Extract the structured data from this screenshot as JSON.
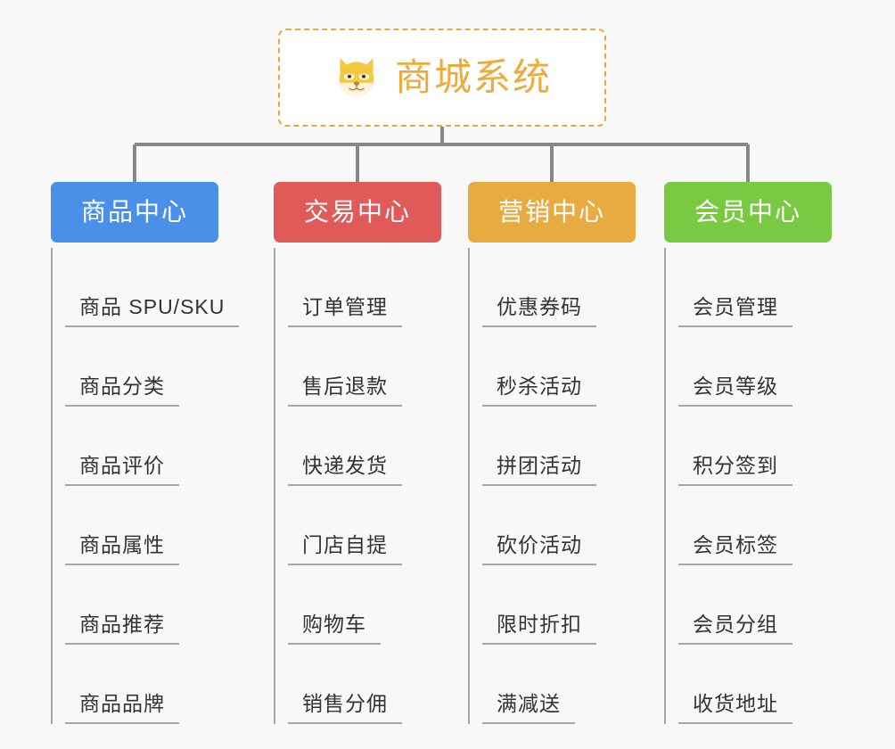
{
  "background_color": "#f8f8f8",
  "root": {
    "title": "商城系统",
    "icon": "shiba-dog-face-icon",
    "text_color": "#edab3e",
    "border_color": "#e9a83c",
    "fill_color": "#ffffff"
  },
  "connector": {
    "color": "#888888"
  },
  "columns": [
    {
      "title": "商品中心",
      "color": "#4a90e8",
      "items": [
        "商品 SPU/SKU",
        "商品分类",
        "商品评价",
        "商品属性",
        "商品推荐",
        "商品品牌"
      ]
    },
    {
      "title": "交易中心",
      "color": "#e05a5a",
      "items": [
        "订单管理",
        "售后退款",
        "快递发货",
        "门店自提",
        "购物车",
        "销售分佣"
      ]
    },
    {
      "title": "营销中心",
      "color": "#e8ab42",
      "items": [
        "优惠券码",
        "秒杀活动",
        "拼团活动",
        "砍价活动",
        "限时折扣",
        "满减送"
      ]
    },
    {
      "title": "会员中心",
      "color": "#7ac943",
      "items": [
        "会员管理",
        "会员等级",
        "积分签到",
        "会员标签",
        "会员分组",
        "收货地址"
      ]
    }
  ]
}
